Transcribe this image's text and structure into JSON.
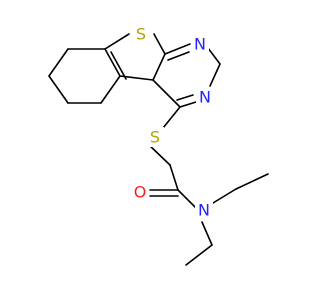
{
  "molecule": {
    "atoms": {
      "S_ring": "S",
      "N_top": "N",
      "N_mid": "N",
      "S_link": "S",
      "O": "O",
      "N_amide": "N"
    }
  },
  "colors": {
    "sulfur": "#b5a300",
    "nitrogen": "#2323ff",
    "oxygen": "#ff1e1e",
    "bond": "#000000",
    "background": "#ffffff"
  }
}
